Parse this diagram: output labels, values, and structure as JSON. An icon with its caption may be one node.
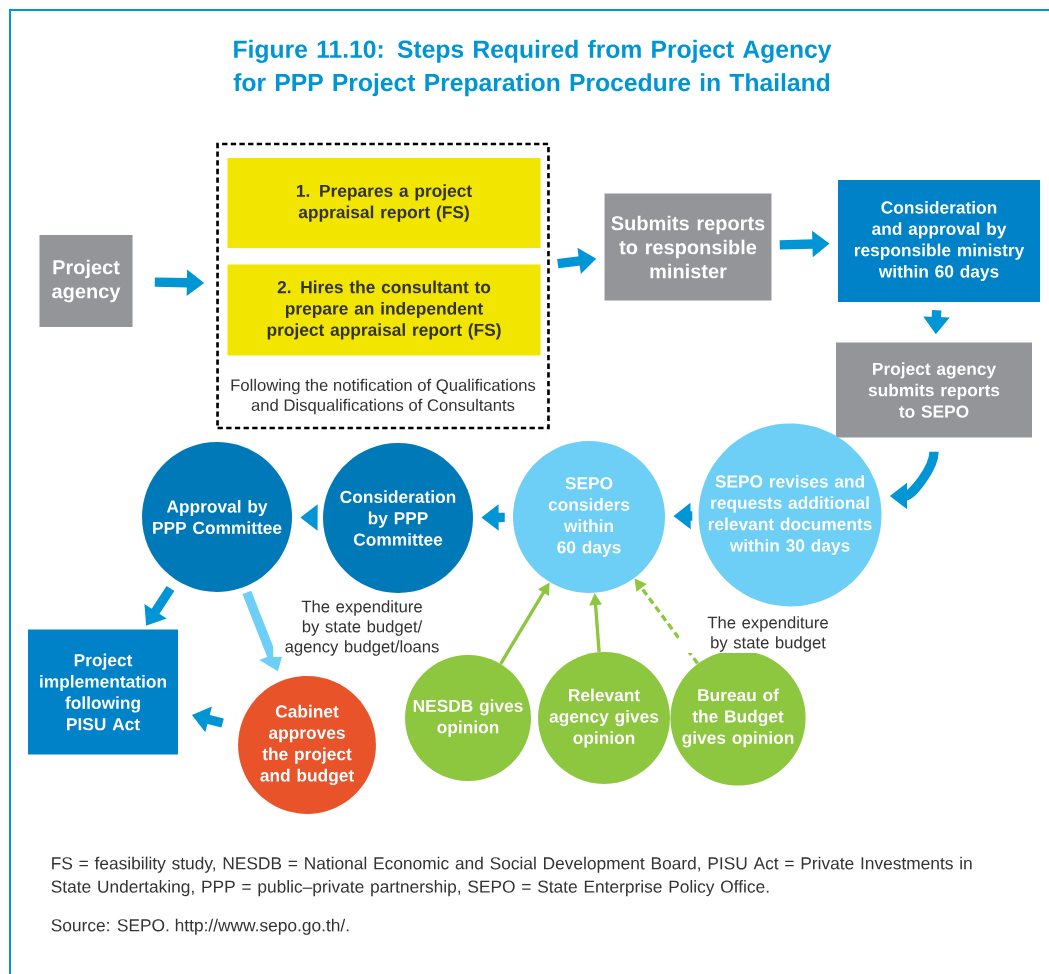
{
  "diagram": {
    "title": "Figure 11.10: Steps Required from Project Agency for PPP Project Preparation Procedure in Thailand",
    "nodes": [
      {
        "text": [
          "Project agency"
        ]
      },
      {
        "text": [
          "Following the notification of Qualifications and Disqualifications of Consultants"
        ]
      },
      {
        "text": [
          "1. Prepares a project appraisal report (FS)"
        ],
        "in": 1
      },
      {
        "text": [
          "2. Hires the consultant to prepare an independent project appraisal report (FS)"
        ],
        "in": 1
      },
      {
        "text": [
          "Submits reports to responsible minister"
        ]
      },
      {
        "text": [
          "Consideration and approval by responsible ministry within 60 days"
        ]
      },
      {
        "text": [
          "Project agency submits reports to SEPO"
        ]
      },
      {
        "text": [
          "SEPO revises and requests additional relevant documents within 30 days"
        ]
      },
      {
        "text": [
          "SEPO considers within 60 days"
        ]
      },
      {
        "text": [
          "Consideration by PPP Committee"
        ]
      },
      {
        "text": [
          "Approval by PPP Committee"
        ]
      },
      {
        "text": [
          "Project implementation following PISU Act"
        ]
      },
      {
        "text": [
          "Cabinet approves the project and budget"
        ]
      },
      {
        "text": [
          "NESDB gives opinion"
        ]
      },
      {
        "text": [
          "Relevant agency gives opinion"
        ]
      },
      {
        "text": [
          "Bureau of the Budget gives opinion"
        ]
      }
    ],
    "edges": [
      {
        "from": 0,
        "to": 1,
        "arrow": "to"
      },
      {
        "from": 1,
        "to": 4,
        "arrow": "to"
      },
      {
        "from": 4,
        "to": 5,
        "arrow": "to"
      },
      {
        "from": 5,
        "to": 6,
        "arrow": "to"
      },
      {
        "from": 6,
        "to": 7,
        "arrow": "to"
      },
      {
        "from": 7,
        "to": 8,
        "arrow": "to"
      },
      {
        "from": 8,
        "to": 9,
        "arrow": "to"
      },
      {
        "from": 9,
        "to": 10,
        "arrow": "to"
      },
      {
        "from": 10,
        "to": 11,
        "arrow": "to"
      },
      {
        "from": 10,
        "to": 12,
        "arrow": "to",
        "color": "#6dcff6",
        "label": "The expenditure by state budget/ agency budget/loans"
      },
      {
        "from": 12,
        "to": 11,
        "arrow": "to"
      },
      {
        "from": 13,
        "to": 8,
        "arrow": "to",
        "color": "#8dc63f"
      },
      {
        "from": 14,
        "to": 8,
        "arrow": "to",
        "color": "#8dc63f"
      },
      {
        "from": 15,
        "to": 8,
        "arrow": "to",
        "style": "dashed",
        "color": "#8dc63f",
        "label": "The expenditure by state budget"
      }
    ],
    "caption": "FS = feasibility study, NESDB = National Economic and Social Development Board, PISU Act = Private Investments in State Undertaking, PPP = public–private partnership, SEPO = State Enterprise Policy Office.",
    "labels": [
      "Source: SEPO. http://www.sepo.go.th/."
    ]
  }
}
